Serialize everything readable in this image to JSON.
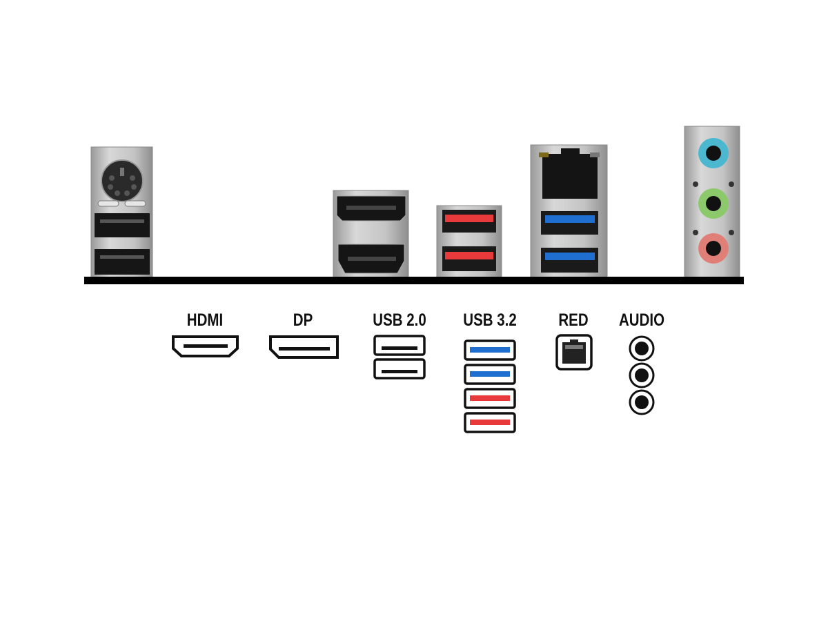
{
  "labels": {
    "hdmi": "HDMI",
    "dp": "DP",
    "usb2": "USB 2.0",
    "usb32": "USB 3.2",
    "red": "RED",
    "audio": "AUDIO"
  },
  "colors": {
    "usb3_blue": "#1f6fd1",
    "usb_red": "#e83a3a",
    "audio_line_in": "#4bb8d0",
    "audio_line_out": "#8cc96a",
    "audio_mic": "#e07f78",
    "panel_silver": "#bdbdbd",
    "bar": "#000000"
  },
  "legend_usb32_ports": [
    "blue",
    "blue",
    "red",
    "red"
  ]
}
